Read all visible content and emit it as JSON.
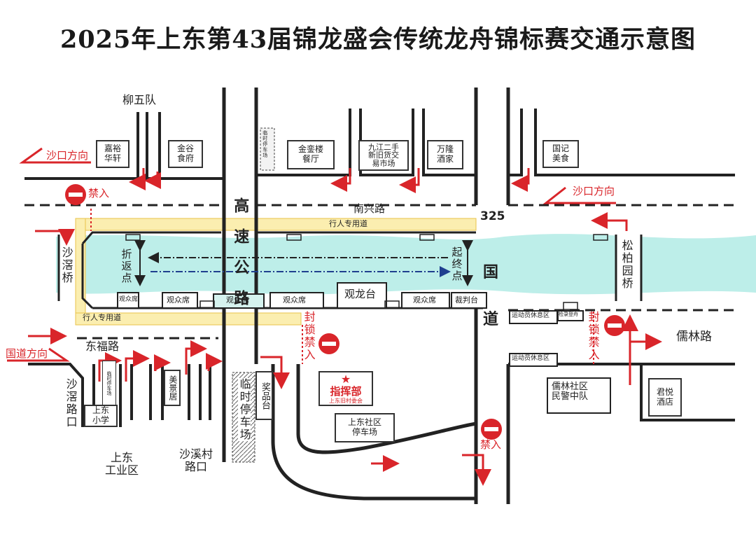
{
  "title": "2025年上东第43届锦龙盛会传统龙舟锦标赛交通示意图",
  "colors": {
    "river": "#bdeee9",
    "path": "#fbeeb0",
    "accent": "#d9252a",
    "route_black": "#222222",
    "route_blue": "#1f3f8f"
  },
  "directions": {
    "shakou_left": "沙口方向",
    "shakou_right": "沙口方向",
    "guodao": "国道方向"
  },
  "roads": {
    "nanxing": "南兴路",
    "route_no": "325",
    "guodao_1": "国",
    "guodao_2": "道",
    "highway": "高速公路",
    "dongfu": "东福路",
    "rulin": "儒林路",
    "shajiao_junction": "沙滘路口",
    "shaxi_junction": "沙溪村路口"
  },
  "bridges": {
    "shajiao": "沙滘桥",
    "songbaiyuan": "松柏园桥"
  },
  "walkway": {
    "top": "行人专用道",
    "bottom": "行人专用道"
  },
  "course": {
    "turn_point": "折返点",
    "start_finish": "起终点"
  },
  "signs": {
    "no_entry_1": "禁入",
    "no_entry_2": "禁入",
    "closed_1": "封锁禁入",
    "closed_2": "封锁禁入"
  },
  "places": {
    "liuwudui": "柳五队",
    "jiayu": "嘉裕\n华轩",
    "jingu": "金谷\n食府",
    "temp_parking_top": "临时停车场",
    "jinluan": "金銮楼\n餐厅",
    "jiujiang": "九江二手\n新旧货交\n易市场",
    "wanlong": "万隆\n酒家",
    "guoji": "国记\n美食",
    "seats": [
      "观众席",
      "观众席",
      "观众席",
      "观众席",
      "观众席"
    ],
    "guanlongtai": "观龙台",
    "referee": "裁判台",
    "athlete_rest_1": "运动员休息区",
    "athlete_rest_2": "运动员休息区",
    "checkin": "检录登舟",
    "temp_parking_left": "临时停车场",
    "school": "上东\n小学",
    "meijing": "美景居",
    "industrial": "上东\n工业区",
    "temp_parking_big": "临时停车场",
    "prize": "奖品台",
    "hq": "指挥部",
    "hq_sub": "上东旧村委会",
    "community_parking": "上东社区\n停车场",
    "police": "儒林社区\n民警中队",
    "junyue": "君悦\n酒店"
  }
}
